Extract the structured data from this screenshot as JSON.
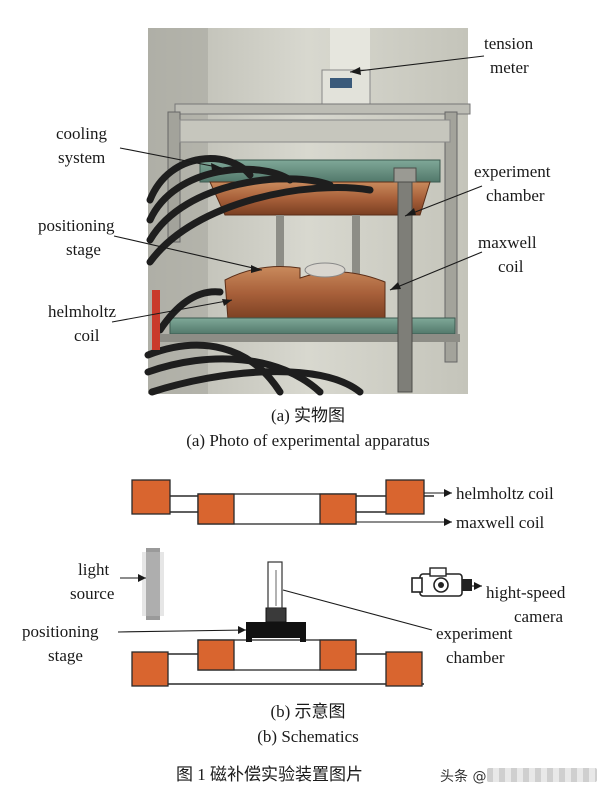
{
  "photo_labels": {
    "tension_meter_1": "tension",
    "tension_meter_2": "meter",
    "cooling_system_1": "cooling",
    "cooling_system_2": "system",
    "experiment_chamber_1": "experiment",
    "experiment_chamber_2": "chamber",
    "positioning_stage_1": "positioning",
    "positioning_stage_2": "stage",
    "maxwell_coil_1": "maxwell",
    "maxwell_coil_2": "coil",
    "helmholtz_coil_1": "helmholtz",
    "helmholtz_coil_2": "coil"
  },
  "caption_a_cn": "(a) 实物图",
  "caption_a_en": "(a) Photo of experimental apparatus",
  "schematic_labels": {
    "helmholtz_coil": "helmholtz coil",
    "maxwell_coil": "maxwell coil",
    "light_source_1": "light",
    "light_source_2": "source",
    "positioning_stage_1": "positioning",
    "positioning_stage_2": "stage",
    "high_speed_camera_1": "hight-speed",
    "high_speed_camera_2": "camera",
    "experiment_chamber_1": "experiment",
    "experiment_chamber_2": "chamber"
  },
  "caption_b_cn": "(b) 示意图",
  "caption_b_en": "(b) Schematics",
  "figure_title": "图 1   磁补偿实验装置图片",
  "watermark": "头条 @",
  "colors": {
    "coil_fill": "#d9652f",
    "coil_stroke": "#2a2a2a",
    "stage_fill": "#111111",
    "light_gray": "#9a9a9a"
  }
}
